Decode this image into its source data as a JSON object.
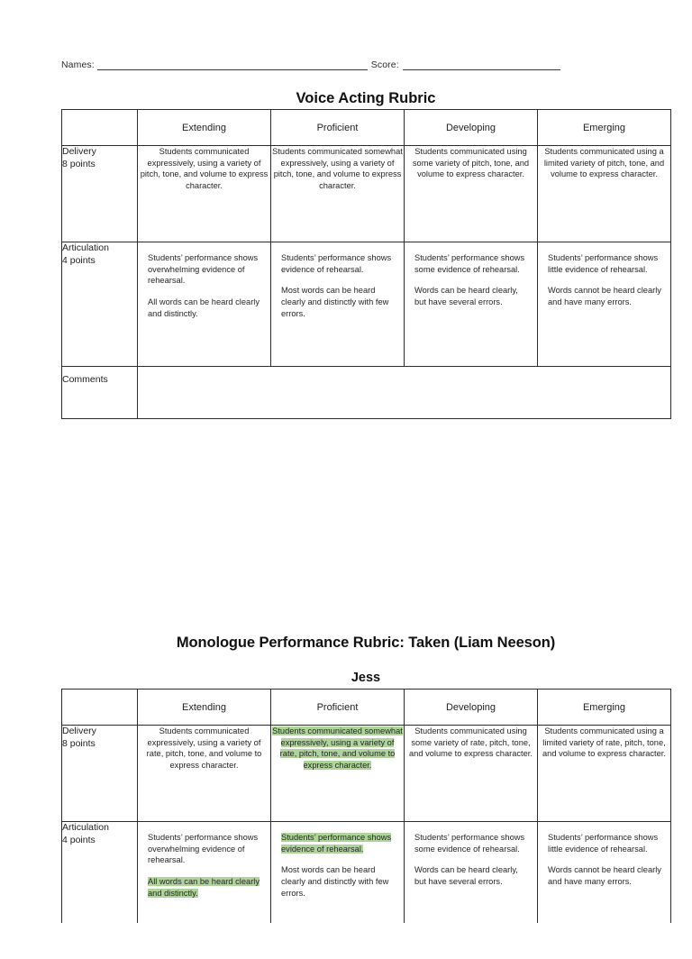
{
  "header": {
    "names_label": "Names:",
    "score_label": "Score:",
    "names_value": "",
    "score_value": ""
  },
  "section_one": {
    "title": "Voice Acting Rubric",
    "columns": [
      "",
      "Extending",
      "Proficient",
      "Developing",
      "Emerging"
    ],
    "rows": [
      {
        "criterion": "Delivery",
        "points": "8 points",
        "cells": [
          {
            "paragraphs": [
              "Students communicated expressively, using a variety of pitch, tone, and volume to express character."
            ],
            "highlight": false
          },
          {
            "paragraphs": [
              "Students communicated somewhat expressively, using a variety of pitch, tone, and volume to express character."
            ],
            "highlight": false
          },
          {
            "paragraphs": [
              "Students communicated using some variety of pitch, tone, and volume to express character."
            ],
            "highlight": false
          },
          {
            "paragraphs": [
              "Students communicated using a limited variety of pitch, tone, and volume to express character."
            ],
            "highlight": false
          }
        ]
      },
      {
        "criterion": "Articulation",
        "points": "4 points",
        "cells": [
          {
            "paragraphs": [
              "Students’ performance shows overwhelming evidence of rehearsal.",
              "All words can be heard clearly and distinctly."
            ],
            "highlight": false
          },
          {
            "paragraphs": [
              "Students’ performance shows evidence of rehearsal.",
              "Most words can be heard clearly and distinctly with few errors."
            ],
            "highlight": false
          },
          {
            "paragraphs": [
              "Students’ performance shows some evidence of rehearsal.",
              "Words can be heard clearly, but have several errors."
            ],
            "highlight": false
          },
          {
            "paragraphs": [
              "Students’ performance shows little evidence of rehearsal.",
              "Words cannot be heard clearly and have many errors."
            ],
            "highlight": false
          }
        ]
      }
    ],
    "comments_label": "Comments",
    "comments_value": ""
  },
  "section_two": {
    "title": "Monologue Performance Rubric: Taken (Liam Neeson)",
    "student_name": "Jess",
    "columns": [
      "",
      "Extending",
      "Proficient",
      "Developing",
      "Emerging"
    ],
    "rows": [
      {
        "criterion": "Delivery",
        "points": "8 points",
        "cells": [
          {
            "paragraphs": [
              "Students communicated expressively, using a variety of rate, pitch, tone, and volume to express character."
            ],
            "highlighted_paragraphs": []
          },
          {
            "paragraphs": [
              "Students communicated somewhat expressively, using a variety of rate, pitch, tone, and volume to express character."
            ],
            "highlighted_paragraphs": [
              0
            ]
          },
          {
            "paragraphs": [
              "Students communicated using some variety of rate, pitch, tone, and volume to express character."
            ],
            "highlighted_paragraphs": []
          },
          {
            "paragraphs": [
              "Students communicated using a limited variety of rate, pitch, tone, and volume to express character."
            ],
            "highlighted_paragraphs": []
          }
        ]
      },
      {
        "criterion": "Articulation",
        "points": "4 points",
        "cells": [
          {
            "paragraphs": [
              "Students’ performance shows overwhelming evidence of rehearsal.",
              "All words can be heard clearly and distinctly."
            ],
            "highlighted_paragraphs": [
              1
            ]
          },
          {
            "paragraphs": [
              "Students’ performance shows evidence of rehearsal.",
              "Most words can be heard clearly and distinctly with few errors."
            ],
            "highlighted_paragraphs": [
              0
            ]
          },
          {
            "paragraphs": [
              "Students’ performance shows some evidence of rehearsal.",
              "Words can be heard clearly, but have several errors."
            ],
            "highlighted_paragraphs": []
          },
          {
            "paragraphs": [
              "Students’ performance shows little evidence of rehearsal.",
              "Words cannot be heard clearly and have many errors."
            ],
            "highlighted_paragraphs": []
          }
        ]
      }
    ]
  },
  "colors": {
    "highlight_green": "#aed49a",
    "border": "#2c2c2c",
    "text": "#222222",
    "page_background": "#ffffff"
  }
}
